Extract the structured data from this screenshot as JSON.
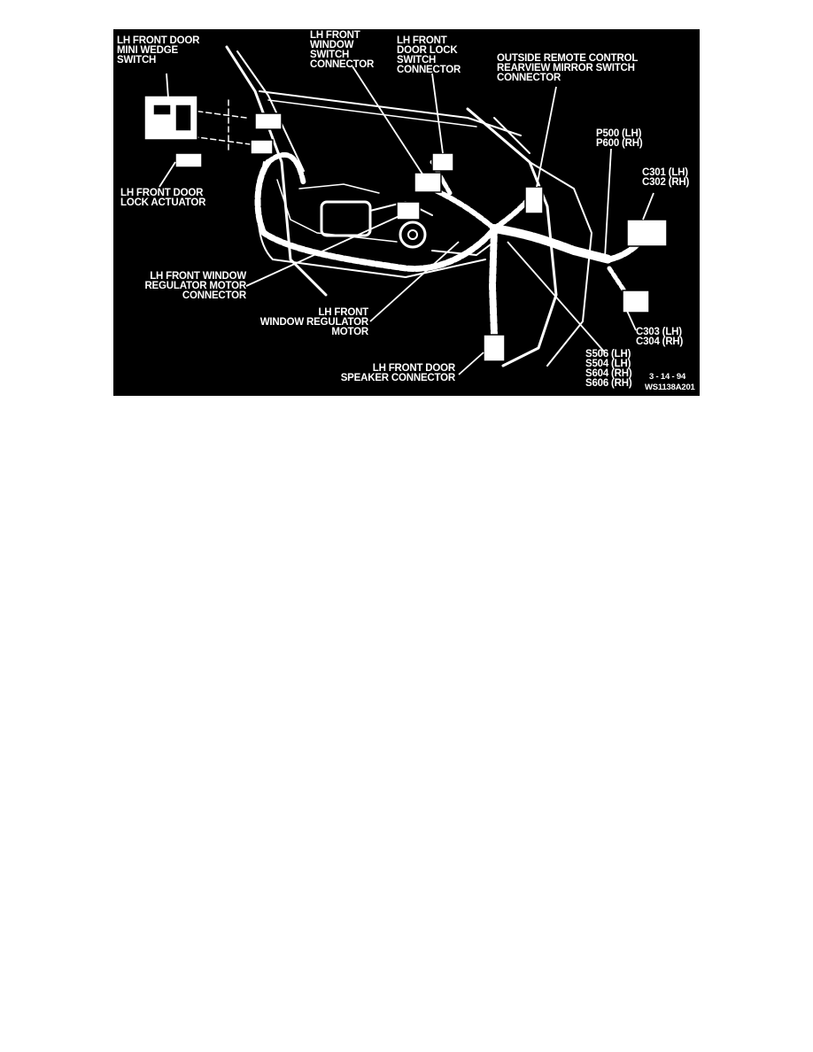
{
  "diagram": {
    "labels": {
      "mini_wedge_switch": [
        "LH FRONT DOOR",
        "MINI WEDGE",
        "SWITCH"
      ],
      "window_switch_connector": [
        "LH FRONT",
        "WINDOW",
        "SWITCH",
        "CONNECTOR"
      ],
      "door_lock_switch_connector": [
        "LH FRONT",
        "DOOR LOCK",
        "SWITCH",
        "CONNECTOR"
      ],
      "mirror_switch_connector": [
        "OUTSIDE REMOTE CONTROL",
        "REARVIEW MIRROR SWITCH",
        "CONNECTOR"
      ],
      "p500_p600": [
        "P500 (LH)",
        "P600 (RH)"
      ],
      "c301_c302": [
        "C301 (LH)",
        "C302 (RH)"
      ],
      "lock_actuator": [
        "LH FRONT DOOR",
        "LOCK ACTUATOR"
      ],
      "regulator_motor_connector": [
        "LH FRONT WINDOW",
        "REGULATOR MOTOR",
        "CONNECTOR"
      ],
      "regulator_motor": [
        "LH FRONT",
        "WINDOW REGULATOR",
        "MOTOR"
      ],
      "c303_c304": [
        "C303 (LH)",
        "C304 (RH)"
      ],
      "splices": [
        "S506 (LH)",
        "S504 (LH)",
        "S604 (RH)",
        "S606 (RH)"
      ],
      "speaker_connector": [
        "LH FRONT DOOR",
        "SPEAKER CONNECTOR"
      ]
    },
    "date_code": "3 - 14 - 94",
    "figure_id": "WS1138A201"
  }
}
